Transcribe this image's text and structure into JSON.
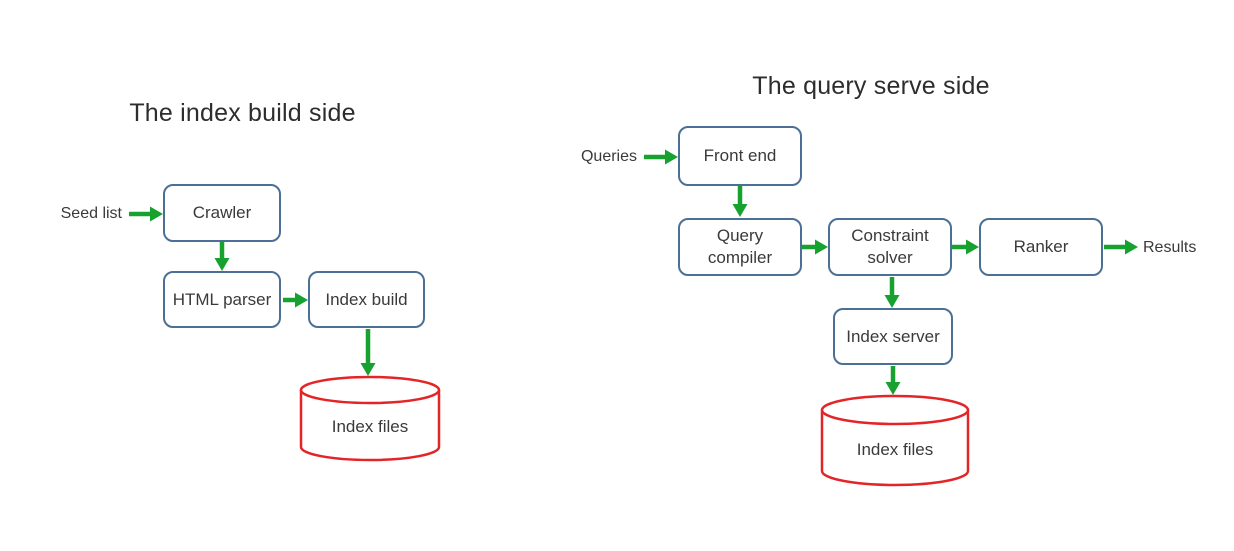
{
  "colors": {
    "box_border": "#4c6f96",
    "arrow_green": "#17a22f",
    "cylinder_red": "#e42528",
    "text": "#3a3a3a",
    "title_text": "#2d2d2d",
    "background": "#ffffff"
  },
  "index_build_side": {
    "title": "The index build side",
    "seed_list_label": "Seed list",
    "nodes": {
      "crawler": "Crawler",
      "html_parser": "HTML parser",
      "index_build": "Index build",
      "index_files": "Index files"
    },
    "edges": [
      {
        "from": "Seed list",
        "to": "Crawler"
      },
      {
        "from": "Crawler",
        "to": "HTML parser"
      },
      {
        "from": "HTML parser",
        "to": "Index build"
      },
      {
        "from": "Index build",
        "to": "Index files"
      }
    ]
  },
  "query_serve_side": {
    "title": "The query serve side",
    "queries_label": "Queries",
    "results_label": "Results",
    "nodes": {
      "front_end": "Front end",
      "query_compiler": "Query compiler",
      "constraint_solver": "Constraint solver",
      "ranker": "Ranker",
      "index_server": "Index server",
      "index_files": "Index files"
    },
    "edges": [
      {
        "from": "Queries",
        "to": "Front end"
      },
      {
        "from": "Front end",
        "to": "Query compiler"
      },
      {
        "from": "Query compiler",
        "to": "Constraint solver"
      },
      {
        "from": "Constraint solver",
        "to": "Ranker"
      },
      {
        "from": "Ranker",
        "to": "Results"
      },
      {
        "from": "Constraint solver",
        "to": "Index server"
      },
      {
        "from": "Index server",
        "to": "Index files"
      }
    ]
  }
}
